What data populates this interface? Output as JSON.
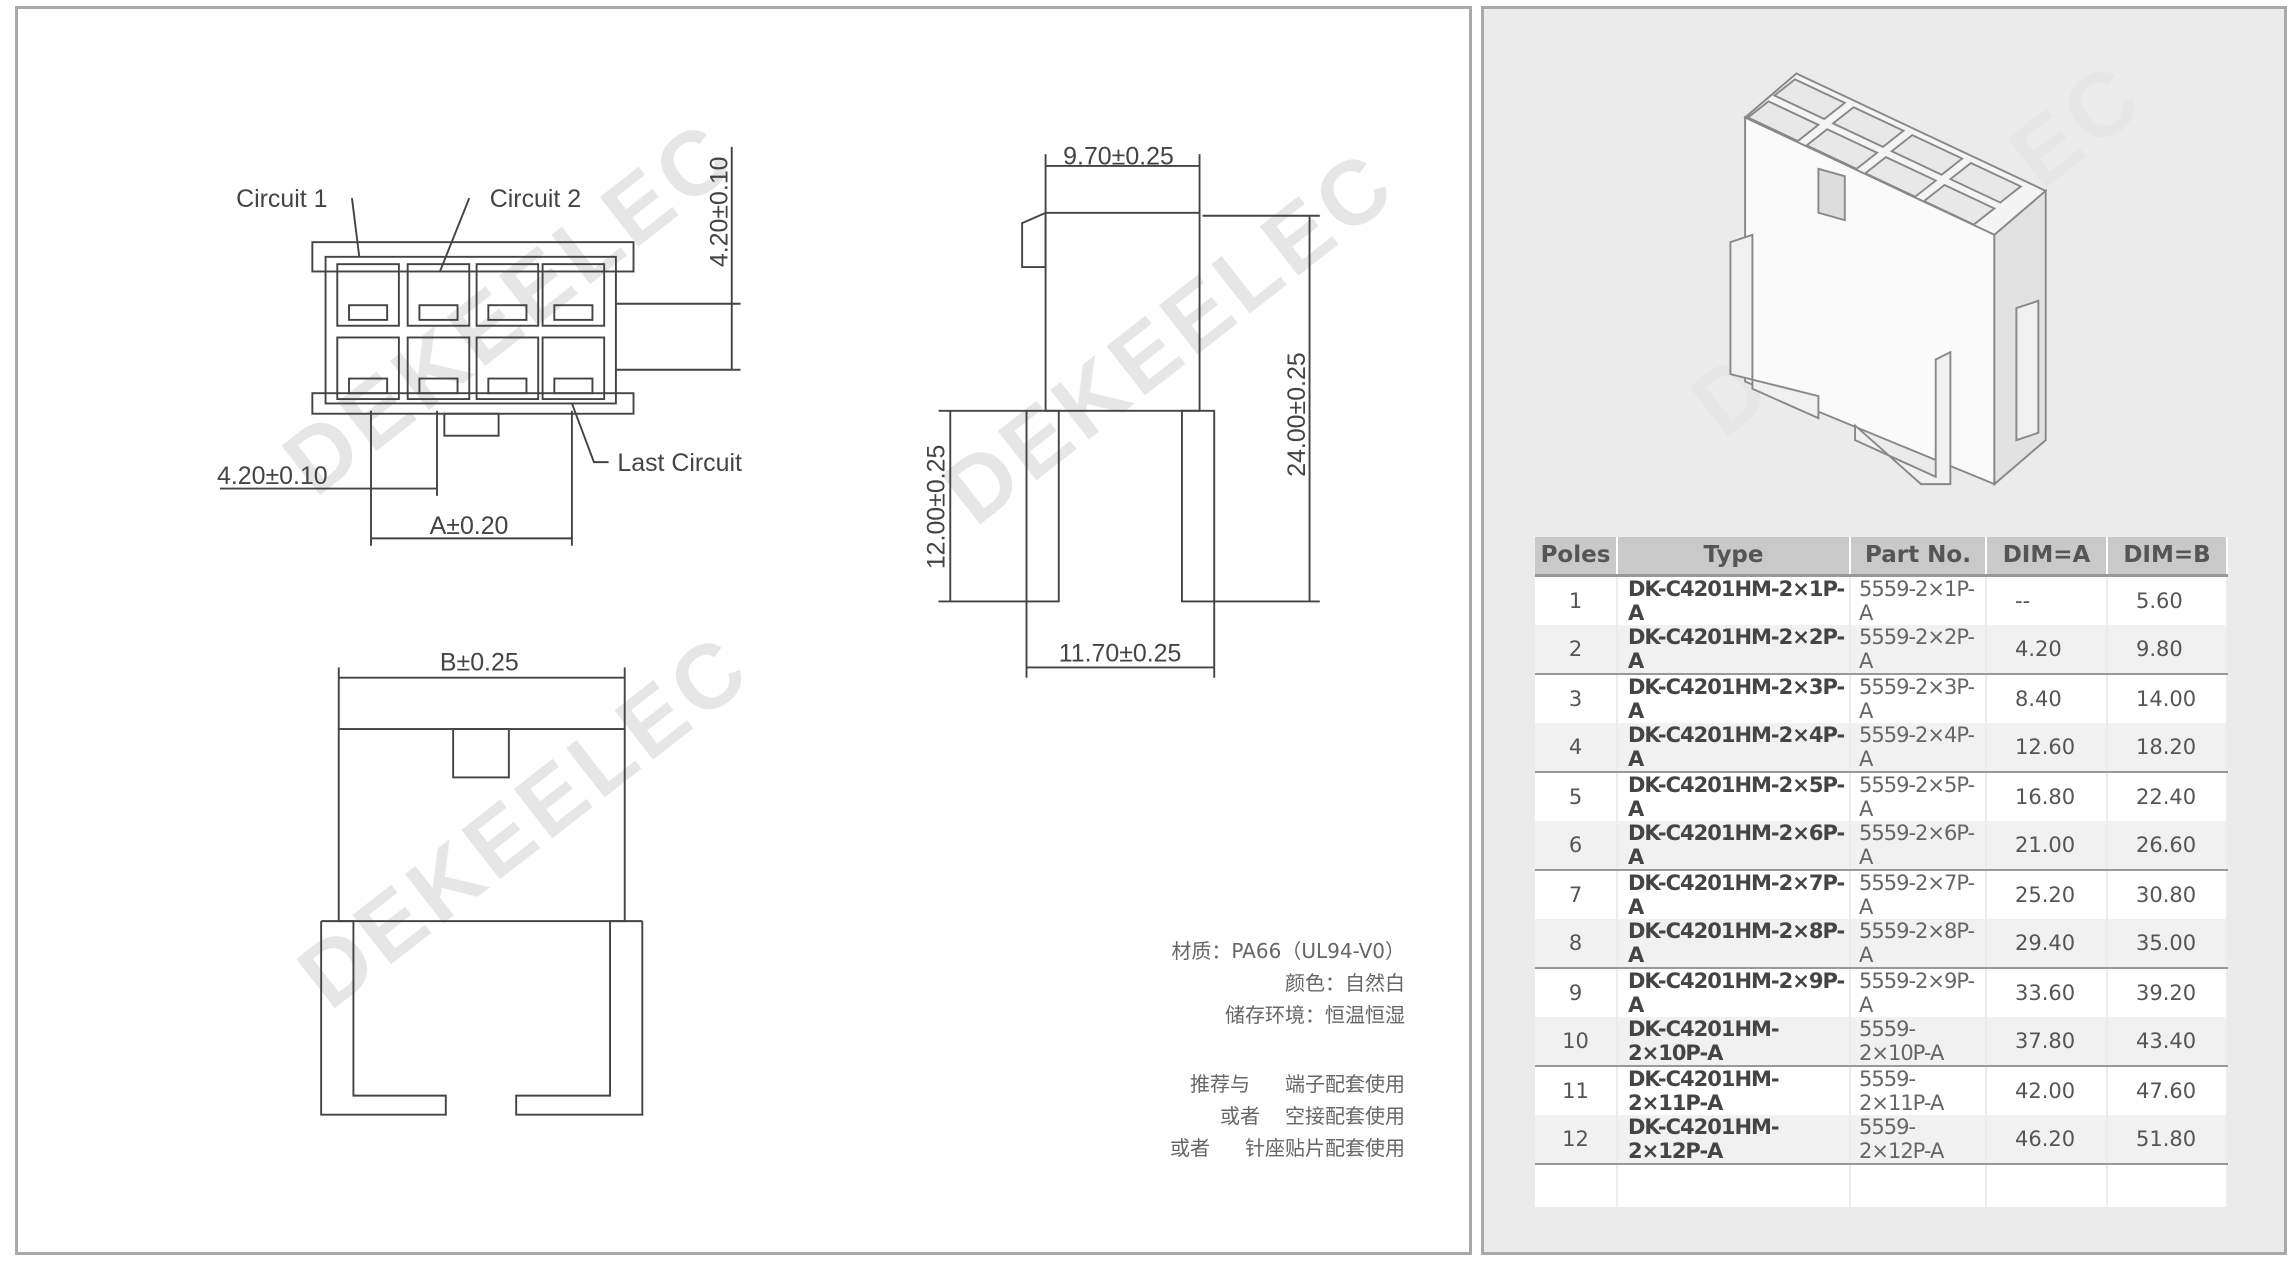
{
  "watermark": "DEKEELEC",
  "front_view": {
    "circuit1": "Circuit 1",
    "circuit2": "Circuit 2",
    "last_circuit": "Last Circuit",
    "pitch_v": "4.20±0.10",
    "pitch_h": "4.20±0.10",
    "dim_a": "A±0.20"
  },
  "side_view": {
    "width_top": "9.70±0.25",
    "height": "24.00±0.25",
    "leg_height": "12.00±0.25",
    "width_bottom": "11.70±0.25"
  },
  "bottom_view": {
    "dim_b": "B±0.25"
  },
  "notes": {
    "material": "材质：PA66（UL94-V0）",
    "color": "颜色：自然白",
    "storage": "储存环境：恒温恒湿",
    "rec1a": "推荐与",
    "rec1b": "端子配套使用",
    "rec2a": "或者",
    "rec2b": "空接配套使用",
    "rec3a": "或者",
    "rec3b": "针座贴片配套使用"
  },
  "table": {
    "headers": [
      "Poles",
      "Type",
      "Part No.",
      "DIM=A",
      "DIM=B"
    ],
    "rows": [
      [
        "1",
        "DK-C4201HM-2×1P-A",
        "5559-2×1P-A",
        "--",
        "5.60"
      ],
      [
        "2",
        "DK-C4201HM-2×2P-A",
        "5559-2×2P-A",
        "4.20",
        "9.80"
      ],
      [
        "3",
        "DK-C4201HM-2×3P-A",
        "5559-2×3P-A",
        "8.40",
        "14.00"
      ],
      [
        "4",
        "DK-C4201HM-2×4P-A",
        "5559-2×4P-A",
        "12.60",
        "18.20"
      ],
      [
        "5",
        "DK-C4201HM-2×5P-A",
        "5559-2×5P-A",
        "16.80",
        "22.40"
      ],
      [
        "6",
        "DK-C4201HM-2×6P-A",
        "5559-2×6P-A",
        "21.00",
        "26.60"
      ],
      [
        "7",
        "DK-C4201HM-2×7P-A",
        "5559-2×7P-A",
        "25.20",
        "30.80"
      ],
      [
        "8",
        "DK-C4201HM-2×8P-A",
        "5559-2×8P-A",
        "29.40",
        "35.00"
      ],
      [
        "9",
        "DK-C4201HM-2×9P-A",
        "5559-2×9P-A",
        "33.60",
        "39.20"
      ],
      [
        "10",
        "DK-C4201HM-2×10P-A",
        "5559-2×10P-A",
        "37.80",
        "43.40"
      ],
      [
        "11",
        "DK-C4201HM-2×11P-A",
        "5559-2×11P-A",
        "42.00",
        "47.60"
      ],
      [
        "12",
        "DK-C4201HM-2×12P-A",
        "5559-2×12P-A",
        "46.20",
        "51.80"
      ]
    ]
  }
}
